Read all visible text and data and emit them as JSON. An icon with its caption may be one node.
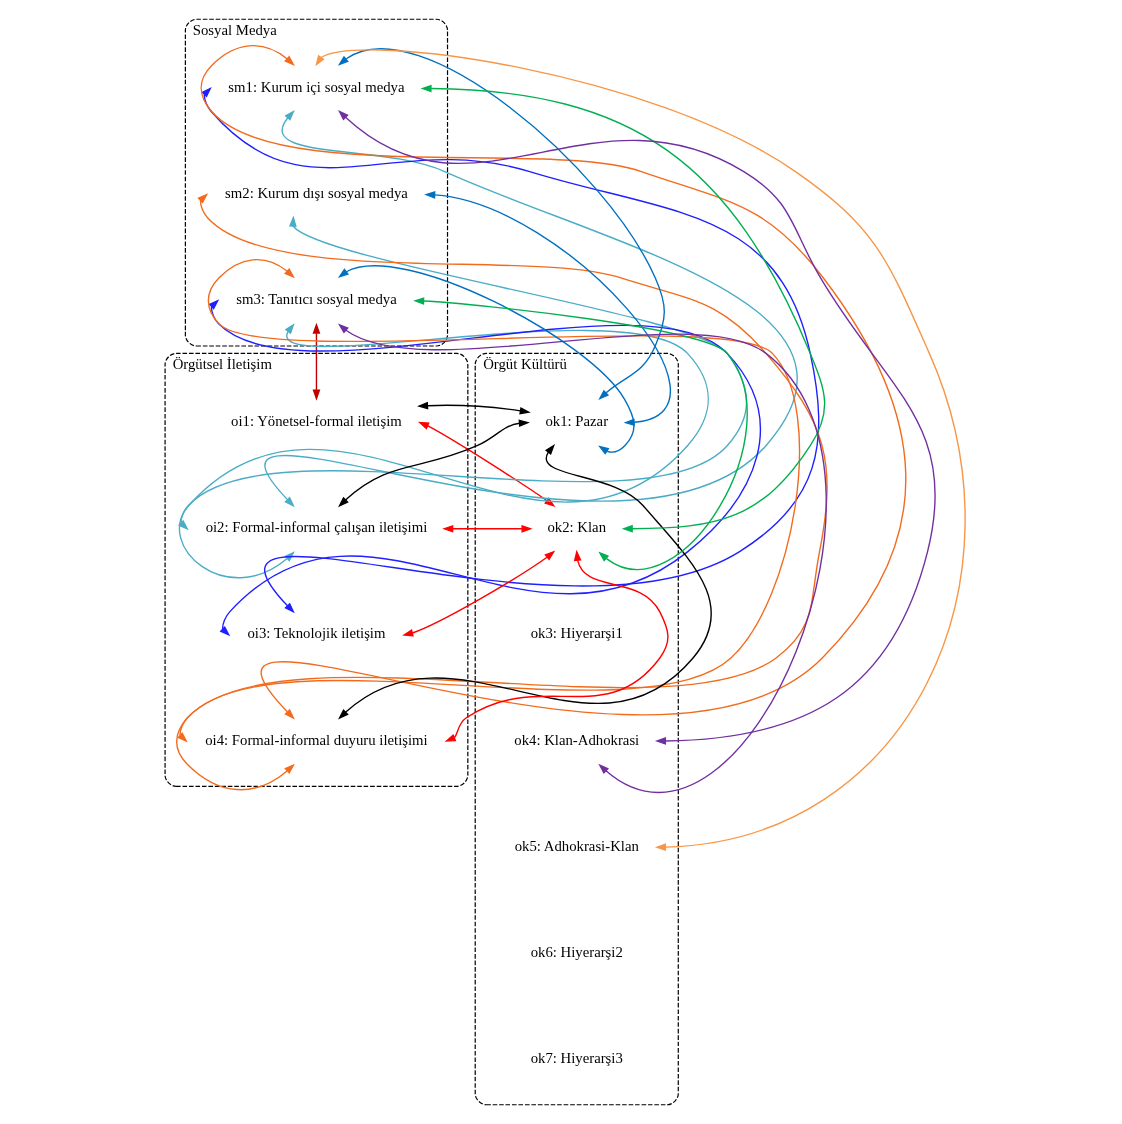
{
  "diagram": {
    "nodes": [
      {
        "text": [
          "Sosyal Medya"
        ]
      },
      {
        "text": [
          "sm1: Kurum içi sosyal medya"
        ],
        "in": 0
      },
      {
        "text": [
          "sm2: Kurum dışı sosyal medya"
        ],
        "in": 0
      },
      {
        "text": [
          "sm3: Tanıtıcı sosyal medya"
        ],
        "in": 0
      },
      {
        "text": [
          "Örgütsel İletişim"
        ]
      },
      {
        "text": [
          "oi1: Yönetsel-formal iletişim"
        ],
        "in": 4
      },
      {
        "text": [
          "oi2: Formal-informal çalışan iletişimi"
        ],
        "in": 4
      },
      {
        "text": [
          "oi3: Teknolojik iletişim"
        ],
        "in": 4
      },
      {
        "text": [
          "oi4: Formal-informal duyuru iletişimi"
        ],
        "in": 4
      },
      {
        "text": [
          "Örgüt Kültürü"
        ]
      },
      {
        "text": [
          "ok1: Pazar"
        ],
        "in": 9
      },
      {
        "text": [
          "ok2: Klan"
        ],
        "in": 9
      },
      {
        "text": [
          "ok3: Hiyerarşi1"
        ],
        "in": 9
      },
      {
        "text": [
          "ok4: Klan-Adhokrasi"
        ],
        "in": 9
      },
      {
        "text": [
          "ok5: Adhokrasi-Klan"
        ],
        "in": 9
      },
      {
        "text": [
          "ok6: Hiyerarşi2"
        ],
        "in": 9
      },
      {
        "text": [
          "ok7: Hiyerarşi3"
        ],
        "in": 9
      }
    ],
    "edges": [
      {
        "from": 8,
        "to": 1,
        "arrow": "both",
        "color": "#f26b1d"
      },
      {
        "from": 8,
        "to": 2,
        "arrow": "both",
        "color": "#f26b1d"
      },
      {
        "from": 8,
        "to": 3,
        "arrow": "both",
        "color": "#f26b1d"
      },
      {
        "from": 7,
        "to": 1,
        "arrow": "both",
        "color": "#1f1fff"
      },
      {
        "from": 7,
        "to": 3,
        "arrow": "both",
        "color": "#1f1fff"
      },
      {
        "from": 6,
        "to": 1,
        "arrow": "both",
        "color": "#4bacc6"
      },
      {
        "from": 6,
        "to": 2,
        "arrow": "both",
        "color": "#4bacc6"
      },
      {
        "from": 6,
        "to": 3,
        "arrow": "both",
        "color": "#4bacc6"
      },
      {
        "from": 5,
        "to": 3,
        "arrow": "both",
        "color": "#c00000"
      },
      {
        "from": 10,
        "to": 1,
        "arrow": "both",
        "color": "#0070c0"
      },
      {
        "from": 10,
        "to": 2,
        "arrow": "both",
        "color": "#0070c0"
      },
      {
        "from": 10,
        "to": 3,
        "arrow": "both",
        "color": "#0070c0"
      },
      {
        "from": 11,
        "to": 1,
        "arrow": "both",
        "color": "#00b050"
      },
      {
        "from": 11,
        "to": 3,
        "arrow": "both",
        "color": "#00b050"
      },
      {
        "from": 13,
        "to": 1,
        "arrow": "both",
        "color": "#7030a0"
      },
      {
        "from": 13,
        "to": 3,
        "arrow": "both",
        "color": "#7030a0"
      },
      {
        "from": 14,
        "to": 1,
        "arrow": "both",
        "color": "#f79646"
      },
      {
        "from": 5,
        "to": 10,
        "arrow": "both",
        "color": "#000000"
      },
      {
        "from": 6,
        "to": 10,
        "arrow": "both",
        "color": "#000000"
      },
      {
        "from": 8,
        "to": 10,
        "arrow": "both",
        "color": "#000000"
      },
      {
        "from": 5,
        "to": 11,
        "arrow": "both",
        "color": "#ff0000"
      },
      {
        "from": 6,
        "to": 11,
        "arrow": "both",
        "color": "#ff0000"
      },
      {
        "from": 7,
        "to": 11,
        "arrow": "both",
        "color": "#ff0000"
      },
      {
        "from": 8,
        "to": 11,
        "arrow": "both",
        "color": "#ff0000"
      }
    ]
  }
}
